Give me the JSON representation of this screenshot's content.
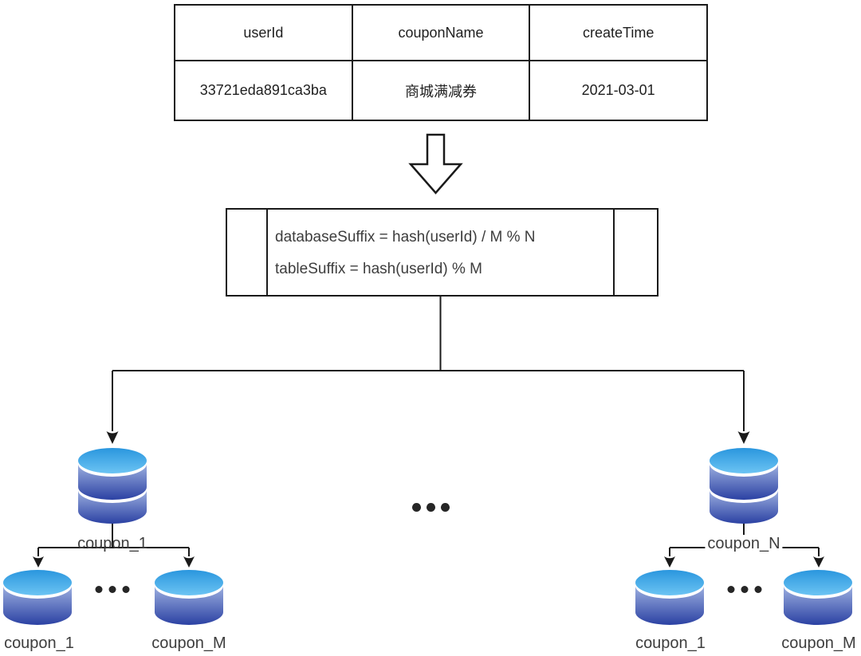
{
  "record_table": {
    "headers": [
      "userId",
      "couponName",
      "createTime"
    ],
    "row": [
      "33721eda891ca3ba",
      "商城满减券",
      "2021-03-01"
    ]
  },
  "routing_box": {
    "line1": "databaseSuffix = hash(userId) / M % N",
    "line2": "tableSuffix = hash(userId) % M"
  },
  "left_shard": {
    "db_label": "coupon_1",
    "table_first": "coupon_1",
    "table_last": "coupon_M"
  },
  "right_shard": {
    "db_label": "coupon_N",
    "table_first": "coupon_1",
    "table_last": "coupon_M"
  },
  "colors": {
    "line": "#1a1a1a",
    "db_top_start": "#2a96de",
    "db_top_end": "#6cc4f3",
    "db_body_start": "#9db0e0",
    "db_body_end": "#2b41a3",
    "label_text": "#3d3d3d"
  }
}
